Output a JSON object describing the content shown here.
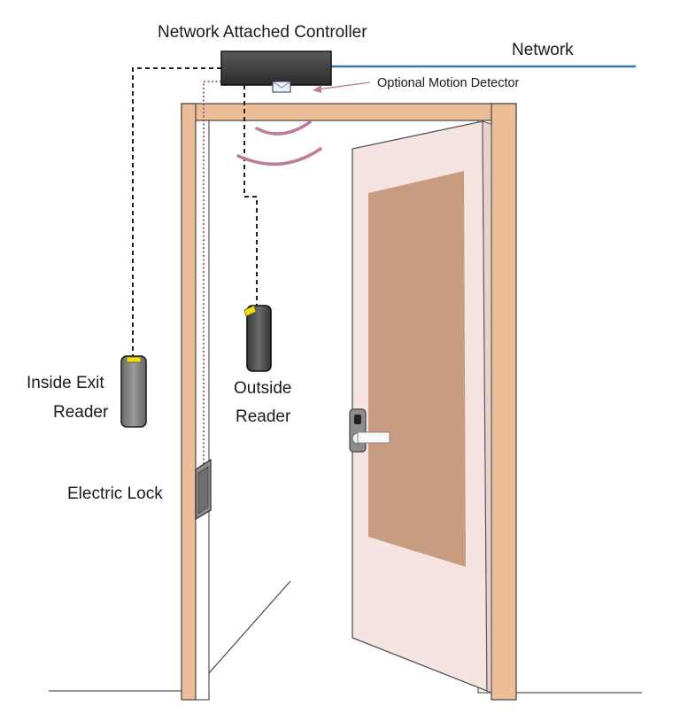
{
  "labels": {
    "controller": "Network Attached Controller",
    "network": "Network",
    "motion_detector": "Optional Motion Detector",
    "inside_reader_line1": "Inside Exit",
    "inside_reader_line2": "Reader",
    "outside_reader_line1": "Outside",
    "outside_reader_line2": "Reader",
    "electric_lock": "Electric Lock"
  },
  "colors": {
    "frame": "#ecbe98",
    "door": "#f6e4e2",
    "door_panel": "#c89c80",
    "network_line": "#3a73b4",
    "motion_waves": "#c07a9a",
    "lock_wire": "#8a3a7a",
    "indicator": "#f5e000"
  },
  "icons": {
    "motion_sensor": "motion-sensor-icon",
    "controller": "controller-box-icon"
  }
}
